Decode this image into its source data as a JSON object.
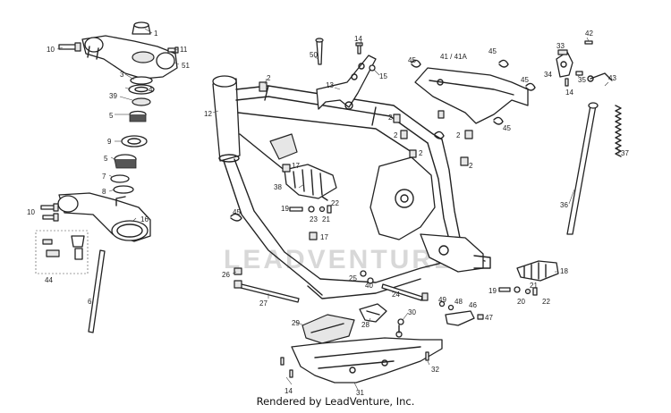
{
  "watermark": "LEADVENTURE",
  "footer_text": "Rendered by LeadVenture, Inc.",
  "callouts": {
    "c1": "1",
    "c10a": "10",
    "c11": "11",
    "c51": "51",
    "c3": "3",
    "c4": "4",
    "c39": "39",
    "c5a": "5",
    "c9": "9",
    "c5b": "5",
    "c7": "7",
    "c8": "8",
    "c10b": "10",
    "c16": "16",
    "c44": "44",
    "c6": "6",
    "c12": "12",
    "c2a": "2",
    "c14a": "14",
    "c15": "15",
    "c50": "50",
    "c13": "13",
    "c45a": "45",
    "c41": "41 / 41A",
    "c45b": "45",
    "c45c": "45",
    "c2b": "2",
    "c2c": "2",
    "c2d": "2",
    "c45d": "45",
    "c2e": "2",
    "c2f": "2",
    "c33": "33",
    "c42": "42",
    "c34": "34",
    "c35": "35",
    "c14b": "14",
    "c43": "43",
    "c37": "37",
    "c36": "36",
    "c17a": "17",
    "c38": "38",
    "c19a": "19",
    "c23": "23",
    "c22a": "22",
    "c21a": "21",
    "c17b": "17",
    "c45e": "45",
    "c26": "26",
    "c27": "27",
    "c25": "25",
    "c40": "40",
    "c24": "24",
    "c18": "18",
    "c19b": "19",
    "c21b": "21",
    "c20": "20",
    "c22b": "22",
    "c49": "49",
    "c48": "48",
    "c46": "46",
    "c47": "47",
    "c29": "29",
    "c28": "28",
    "c30": "30",
    "c14c": "14",
    "c31": "31",
    "c32": "32"
  }
}
